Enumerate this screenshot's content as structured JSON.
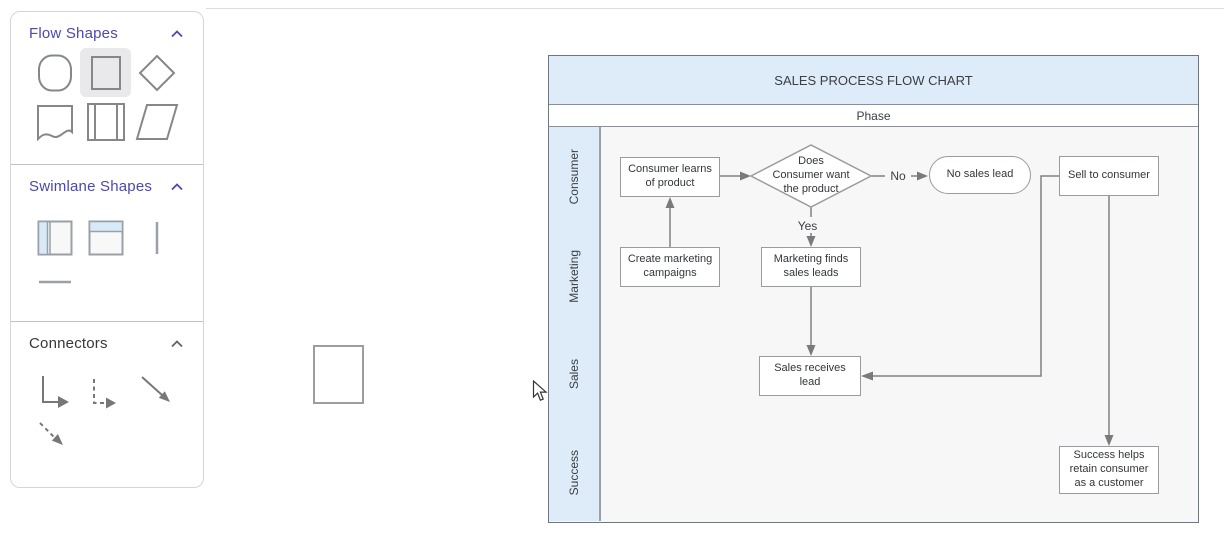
{
  "colors": {
    "accent_purple": "#4b49ad",
    "swimlane_blue": "#deebf9",
    "lane_gray": "#f7f7f7",
    "connector_gray": "#808080",
    "selected_cell_gray": "#e9e9eb"
  },
  "sidebar": {
    "sections": [
      {
        "title": "Flow Shapes",
        "shapes": [
          "rounded-rectangle",
          "rectangle",
          "diamond",
          "document",
          "predefined-process",
          "parallelogram"
        ],
        "selected_shape": "rectangle"
      },
      {
        "title": "Swimlane Shapes",
        "shapes": [
          "vertical-swimlane",
          "horizontal-swimlane",
          "vertical-line",
          "horizontal-line"
        ]
      },
      {
        "title": "Connectors",
        "shapes": [
          "elbow-arrow",
          "dashed-elbow-arrow",
          "diagonal-arrow",
          "dashed-diagonal-arrow"
        ]
      }
    ]
  },
  "canvas": {
    "placed_shape": "rectangle"
  },
  "flowchart": {
    "title": "SALES PROCESS FLOW CHART",
    "phase_label": "Phase",
    "lanes": [
      "Consumer",
      "Marketing",
      "Sales",
      "Success"
    ],
    "nodes": {
      "consumer_learns": "Consumer learns\nof product",
      "decision": "Does\nConsumer want\nthe product",
      "no_sales_lead": "No sales lead",
      "sell_to_consumer": "Sell to consumer",
      "create_marketing": "Create marketing\ncampaigns",
      "marketing_finds": "Marketing finds\nsales leads",
      "sales_receives": "Sales receives\nlead",
      "success_retain": "Success helps\nretain consumer\nas a customer"
    },
    "edge_labels": {
      "no": "No",
      "yes": "Yes"
    }
  }
}
